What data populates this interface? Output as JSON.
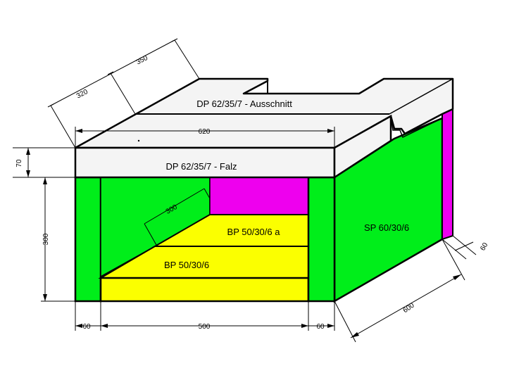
{
  "labels": {
    "top_plate": "DP 62/35/7 - Ausschnitt",
    "front_plate": "DP 62/35/7 - Falz",
    "base_upper": "BP 50/30/6 a",
    "base_lower": "BP 50/30/6",
    "side_panel": "SP 60/30/6"
  },
  "dimensions": {
    "d350": "350",
    "d320": "320",
    "d620": "620",
    "d70": "70",
    "d300_left": "300",
    "d300_inner": "300",
    "d60_left": "60",
    "d500": "500",
    "d60_right": "60",
    "d60_side": "60",
    "d600": "600"
  },
  "colors": {
    "green": "#00ee1a",
    "magenta": "#ee00ee",
    "yellow": "#fbff00",
    "plate": "#f4f4f4",
    "outline": "#000000"
  }
}
